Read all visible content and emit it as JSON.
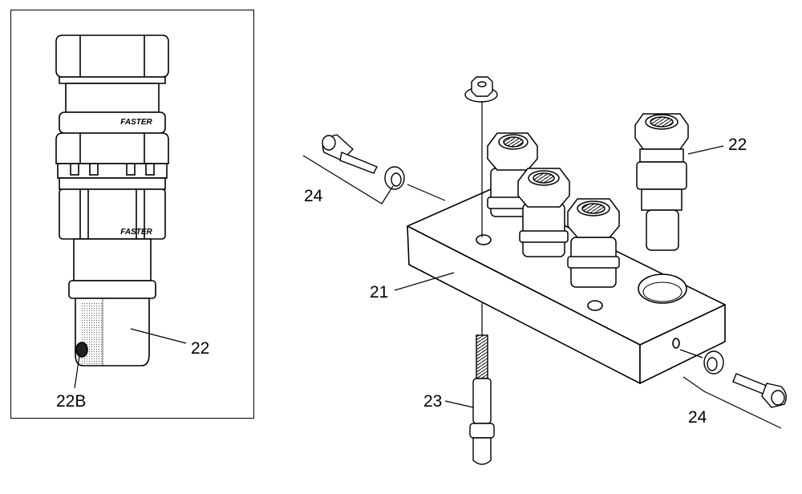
{
  "inset": {
    "labels": {
      "cartridge": "22",
      "seal": "22B"
    },
    "brand_mark": "FASTER"
  },
  "main": {
    "labels": {
      "block": "21",
      "coupler": "22",
      "stud": "23",
      "screw_top": "24",
      "screw_bottom": "24"
    }
  }
}
